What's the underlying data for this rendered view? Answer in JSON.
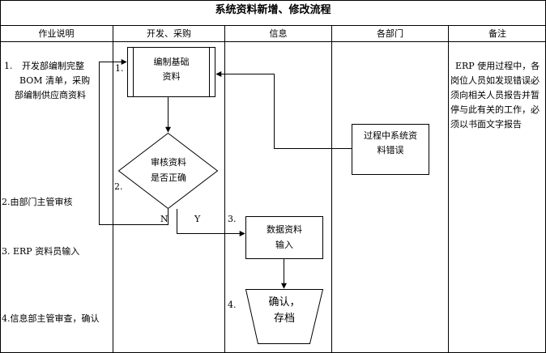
{
  "title": "系统资料新增、修改流程",
  "columns": [
    "作业说明",
    "开发、采购",
    "信息",
    "各部门",
    "备注"
  ],
  "steps": [
    {
      "num": "1.",
      "lines": [
        "开发部编制完整",
        "BOM 清单，采购",
        "部编制供应商资料"
      ]
    },
    {
      "text": "2.由部门主管审核"
    },
    {
      "text": "3. ERP 资料员输入"
    },
    {
      "text": "4.信息部主管审查，确认"
    }
  ],
  "nodes": {
    "compile": {
      "num": "1.",
      "lines": [
        "编制基础",
        "资料"
      ]
    },
    "review": {
      "num": "2.",
      "lines": [
        "审核资料",
        "是否正确"
      ],
      "no_label": "N",
      "yes_label": "Y"
    },
    "input": {
      "num": "3.",
      "lines": [
        "数据资料",
        "输入"
      ]
    },
    "confirm": {
      "num": "4.",
      "lines": [
        "确认，",
        "存档"
      ]
    },
    "error": {
      "lines": [
        "过程中系统资",
        "料错误"
      ]
    }
  },
  "remark": "ERP 使用过程中，各岗位人员如发现错误必须向相关人员报告并暂停与此有关的工作，必须以书面文字报告"
}
